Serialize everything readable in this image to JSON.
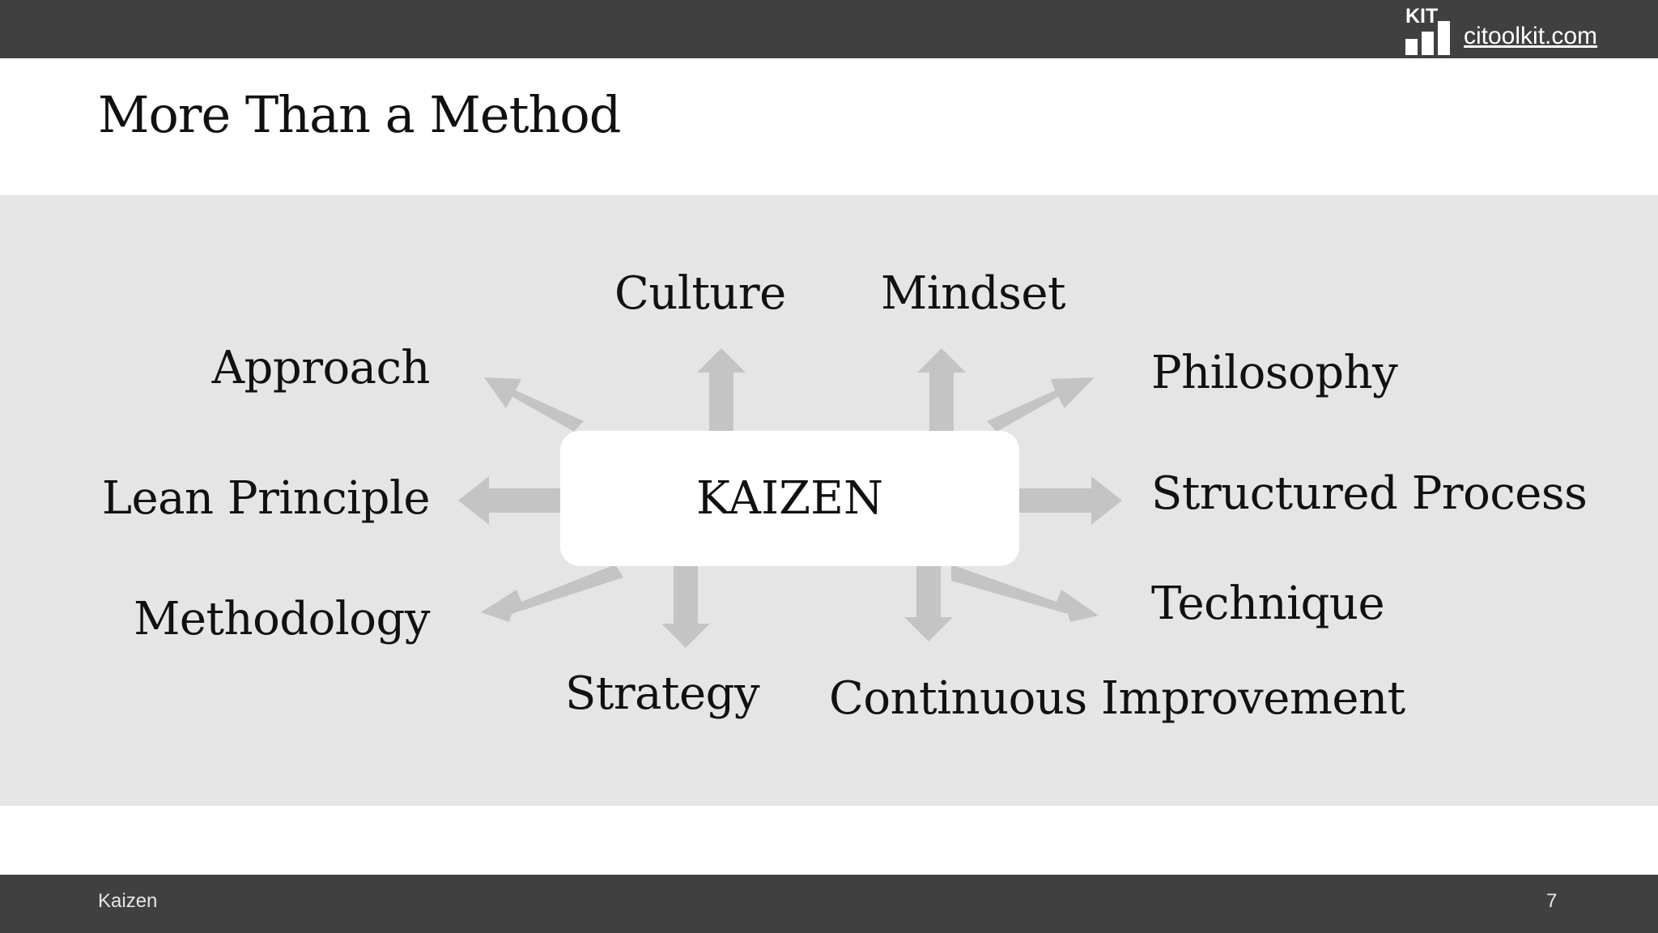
{
  "header": {
    "logo_text": "KIT",
    "site_link": "citoolkit.com",
    "logo_icon": "bar-chart-logo-icon"
  },
  "slide": {
    "title": "More Than a Method"
  },
  "diagram": {
    "center": "KAIZEN",
    "terms": {
      "culture": "Culture",
      "mindset": "Mindset",
      "approach": "Approach",
      "philosophy": "Philosophy",
      "lean_principle": "Lean Principle",
      "structured_process": "Structured Process",
      "methodology": "Methodology",
      "technique": "Technique",
      "strategy": "Strategy",
      "continuous_improvement": "Continuous Improvement"
    },
    "arrow_color": "#c4c4c4"
  },
  "footer": {
    "label": "Kaizen",
    "page_number": "7"
  },
  "colors": {
    "bar": "#404040",
    "panel": "#e5e5e5",
    "box": "#ffffff"
  }
}
